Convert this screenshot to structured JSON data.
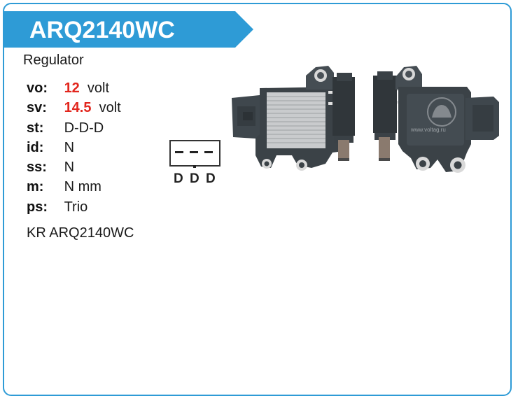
{
  "header": {
    "part_number": "ARQ2140WC"
  },
  "product_type": "Regulator",
  "specs": [
    {
      "key": "vo:",
      "highlight": "12",
      "unit": "volt"
    },
    {
      "key": "sv:",
      "highlight": "14.5",
      "unit": "volt"
    },
    {
      "key": "st:",
      "value": "D-D-D"
    },
    {
      "key": "id:",
      "value": "N"
    },
    {
      "key": "ss:",
      "value": "N"
    },
    {
      "key": "m:",
      "value": "N mm"
    },
    {
      "key": "ps:",
      "value": "Trio"
    }
  ],
  "cross_reference": "KR ARQ2140WC",
  "connector": {
    "dashes": [
      "-",
      "-",
      "-"
    ],
    "pins_label": "D D D"
  },
  "watermark": "www.voltag.ru",
  "colors": {
    "accent": "#2e9bd6",
    "highlight": "#e2261d"
  }
}
